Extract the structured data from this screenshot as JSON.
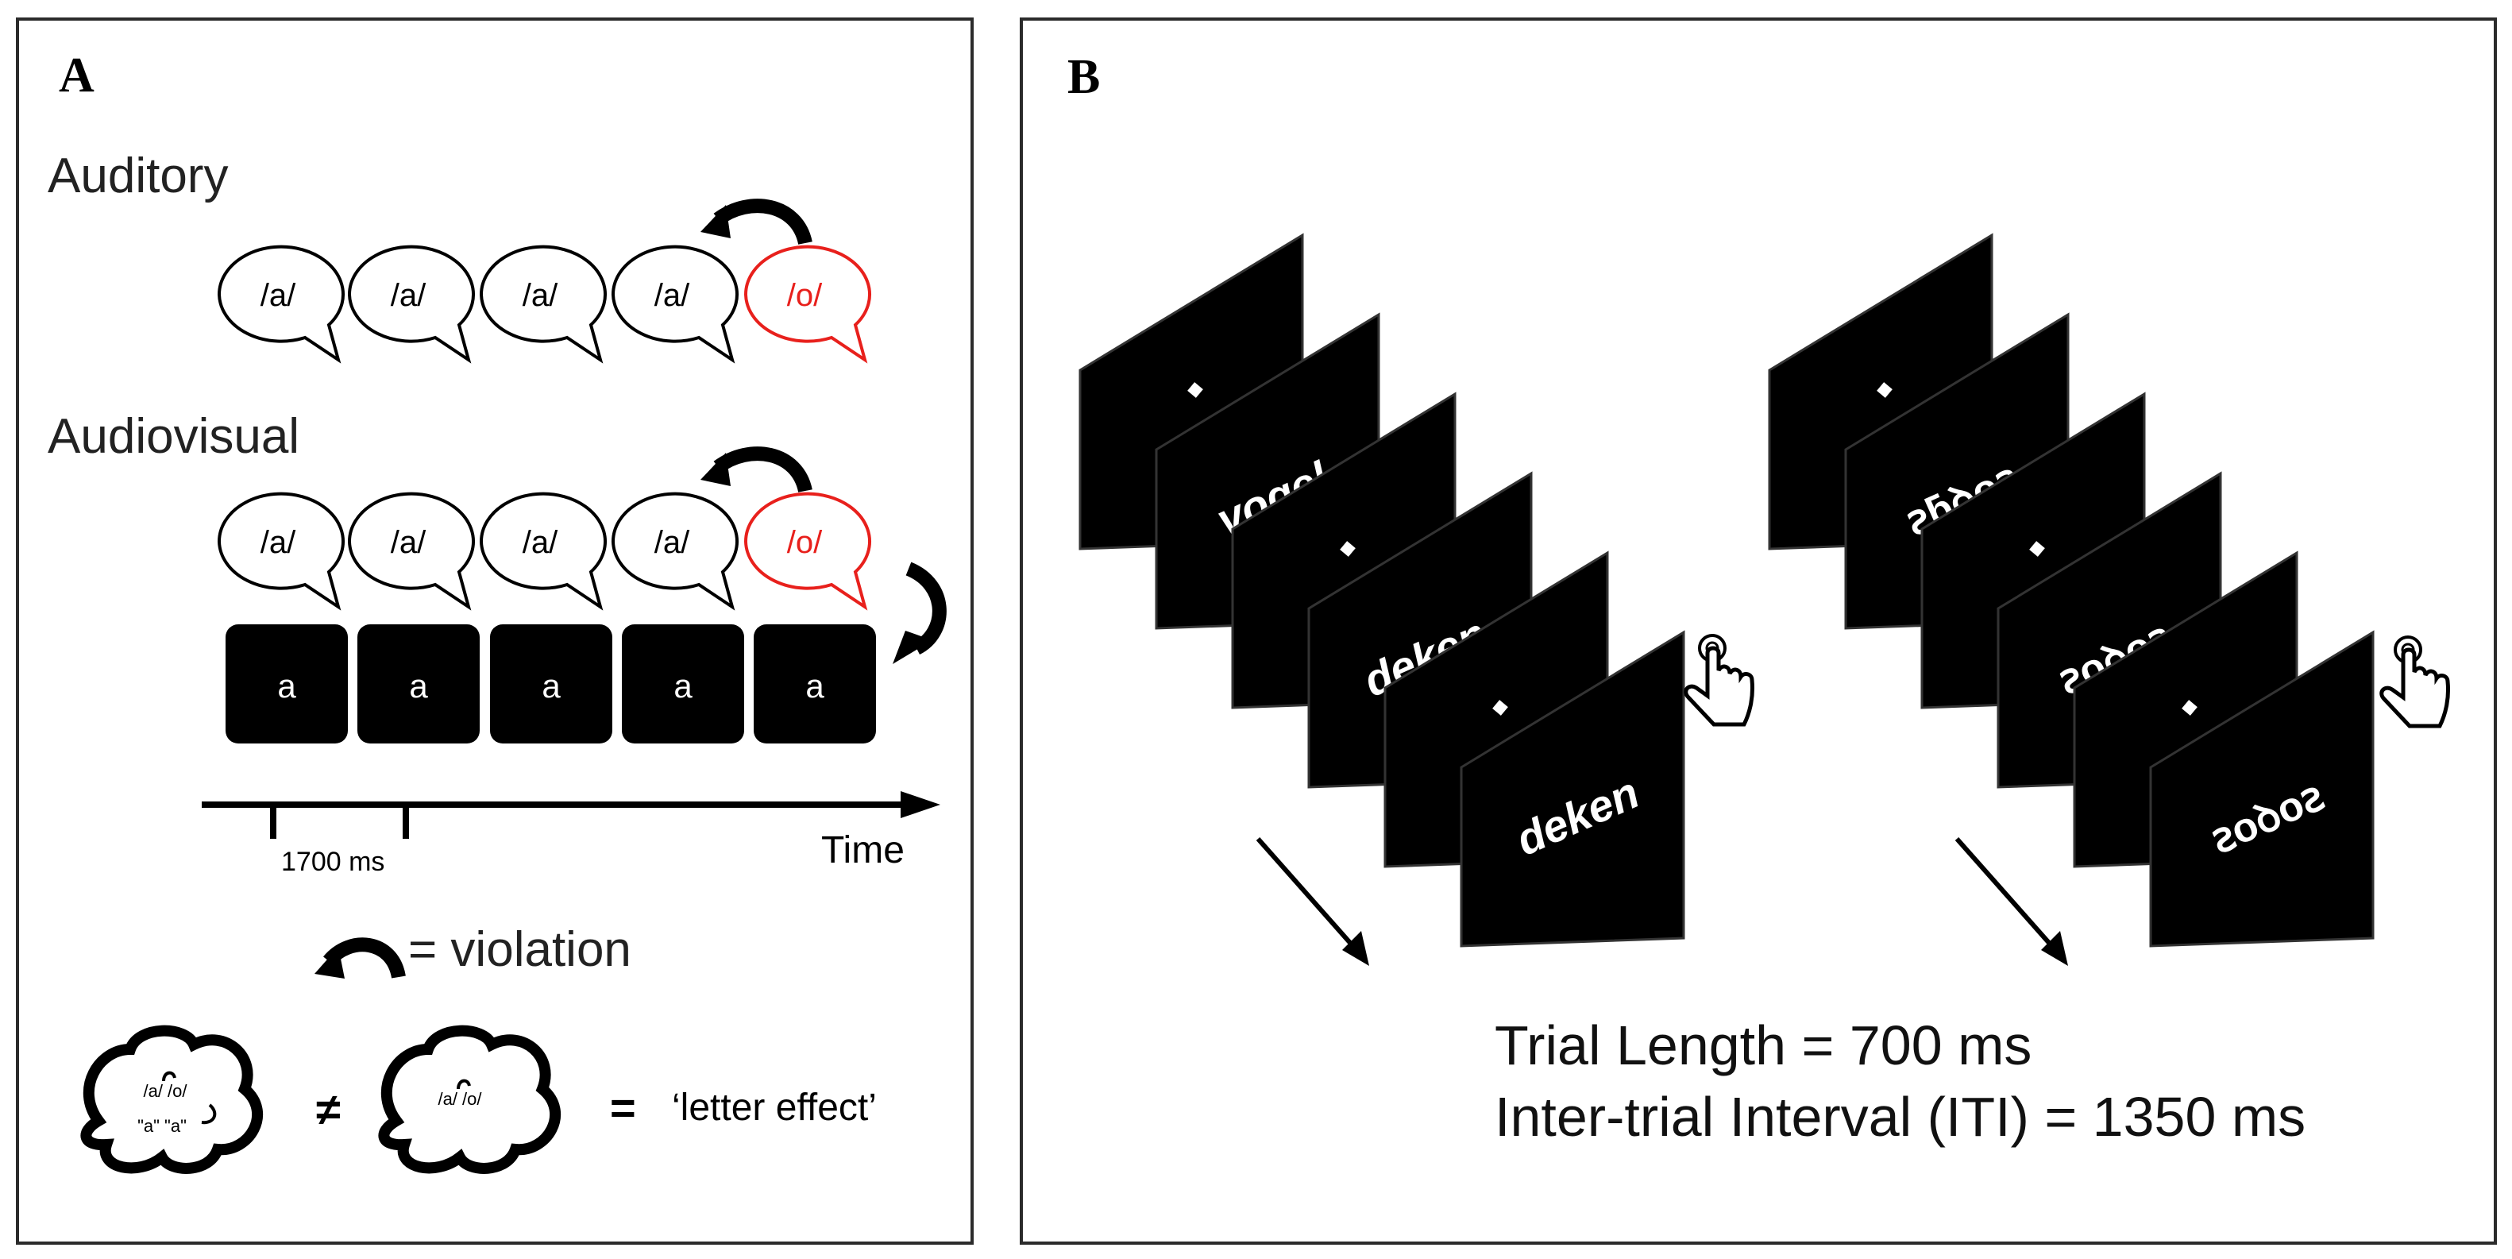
{
  "panel_a": {
    "letter": "A",
    "auditory_title": "Auditory",
    "audiovisual_title": "Audiovisual",
    "auditory_bubbles": [
      {
        "text": "/a/",
        "color": "#000000"
      },
      {
        "text": "/a/",
        "color": "#000000"
      },
      {
        "text": "/a/",
        "color": "#000000"
      },
      {
        "text": "/a/",
        "color": "#000000"
      },
      {
        "text": "/o/",
        "color": "#e8201c"
      }
    ],
    "audiovisual_bubbles": [
      {
        "text": "/a/",
        "color": "#000000"
      },
      {
        "text": "/a/",
        "color": "#000000"
      },
      {
        "text": "/a/",
        "color": "#000000"
      },
      {
        "text": "/a/",
        "color": "#000000"
      },
      {
        "text": "/o/",
        "color": "#e8201c"
      }
    ],
    "letter_boxes": [
      "a",
      "a",
      "a",
      "a",
      "a"
    ],
    "interval_label": "1700 ms",
    "time_label": "Time",
    "violation_legend": "= violation",
    "brain_left_top": "/a/ /o/",
    "brain_left_bottom": "\"a\" \"a\"",
    "brain_right": "/a/ /o/",
    "not_equal": "≠",
    "equals": "=",
    "effect_label": "‘letter effect’"
  },
  "panel_b": {
    "letter": "B",
    "word_sequence": [
      "vogel",
      "deken",
      "deken"
    ],
    "pseudo_sequence": [
      "ꙅƃꝺᴏꙅ",
      "ꙅᴏꝺᴏꙅ",
      "ꙅᴏꝺᴏꙅ"
    ],
    "trial_length": "Trial Length = 700 ms",
    "iti": "Inter-trial Interval (ITI) = 1350 ms"
  },
  "colors": {
    "accent_red": "#e8201c",
    "screen": "#000000"
  }
}
